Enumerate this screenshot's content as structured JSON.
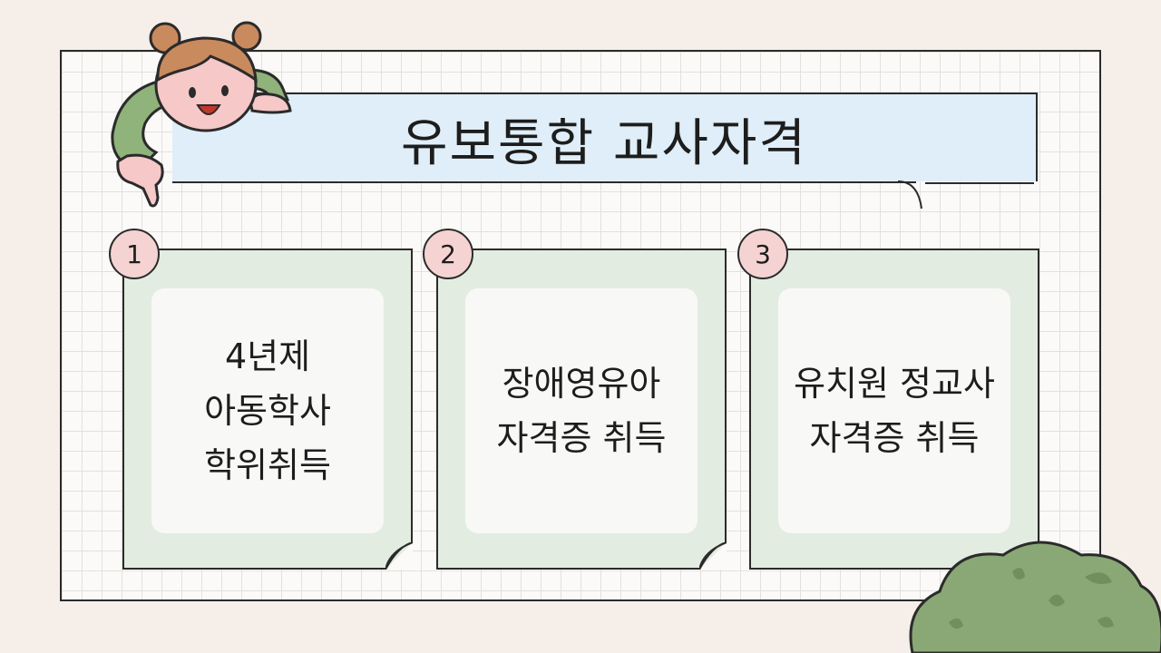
{
  "title": "유보통합 교사자격",
  "cards": [
    {
      "number": "1",
      "lines": [
        "4년제",
        "아동학사",
        "학위취득"
      ]
    },
    {
      "number": "2",
      "lines": [
        "장애영유아",
        "자격증 취득"
      ]
    },
    {
      "number": "3",
      "lines": [
        "유치원 정교사",
        "자격증 취득"
      ]
    }
  ],
  "colors": {
    "title_bg": "#dfeef8",
    "card_bg": "#e3ece1",
    "badge_bg": "#f6d3d3",
    "bush": "#8aa875",
    "sleeve": "#8fb37a",
    "hair": "#c98a5e",
    "skin": "#f7c8c8"
  },
  "icons": [
    "girl-illustration",
    "bush-illustration"
  ]
}
